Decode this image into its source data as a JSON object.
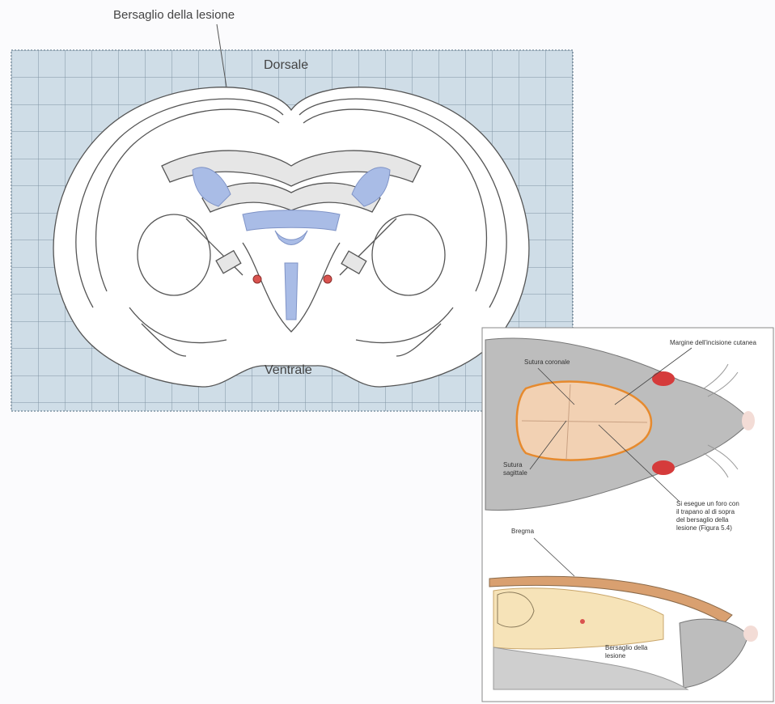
{
  "coronal_section": {
    "lesion_target_label": "Bersaglio della lesione",
    "dorsal_label": "Dorsale",
    "ventral_label": "Ventrale",
    "grid_color": "#c9d9e4",
    "ventricle_color": "#a9bce6",
    "lesion_dot_color": "#d9534f"
  },
  "skull_inset": {
    "coronal_suture_label": "Sutura coronale",
    "sagittal_suture_label": "Sutura sagittale",
    "incision_margin_label": "Margine dell'incisione cutanea",
    "drill_label": "Si esegue un foro con il trapano al di sopra del bersaglio della lesione (Figura 5.4)",
    "bregma_label": "Bregma",
    "sagittal_target_label": "Bersaglio della lesione"
  }
}
